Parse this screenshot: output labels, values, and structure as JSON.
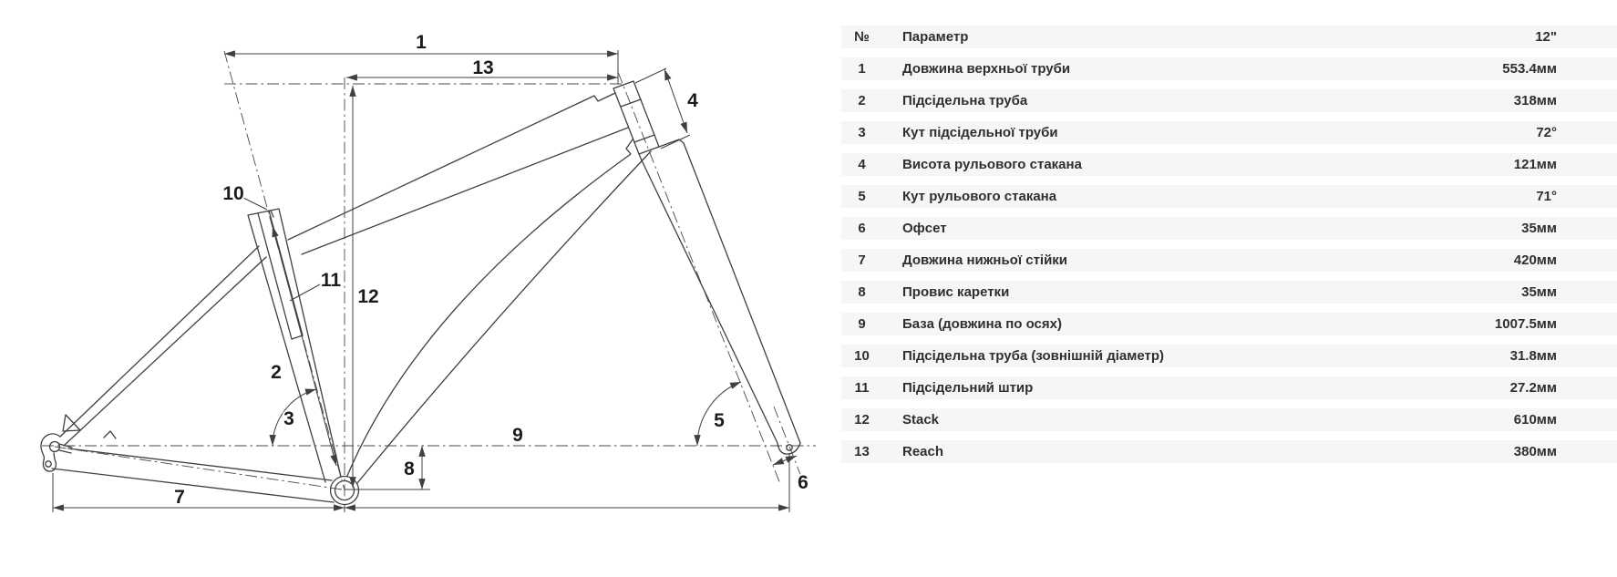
{
  "diagram": {
    "labels": [
      "1",
      "2",
      "3",
      "4",
      "5",
      "6",
      "7",
      "8",
      "9",
      "10",
      "11",
      "12",
      "13"
    ]
  },
  "table": {
    "header": {
      "num": "№",
      "param": "Параметр",
      "size": "12\""
    },
    "rows": [
      {
        "num": "1",
        "param": "Довжина верхньої труби",
        "value": "553.4мм"
      },
      {
        "num": "2",
        "param": "Підсідельна труба",
        "value": "318мм"
      },
      {
        "num": "3",
        "param": "Кут підсідельної труби",
        "value": "72°"
      },
      {
        "num": "4",
        "param": "Висота рульового стакана",
        "value": "121мм"
      },
      {
        "num": "5",
        "param": "Кут рульового стакана",
        "value": "71°"
      },
      {
        "num": "6",
        "param": "Офсет",
        "value": "35мм"
      },
      {
        "num": "7",
        "param": "Довжина нижньої стійки",
        "value": "420мм"
      },
      {
        "num": "8",
        "param": "Провис каретки",
        "value": "35мм"
      },
      {
        "num": "9",
        "param": "База (довжина по осях)",
        "value": "1007.5мм"
      },
      {
        "num": "10",
        "param": "Підсідельна труба (зовнішній діаметр)",
        "value": "31.8мм"
      },
      {
        "num": "11",
        "param": "Підсідельний штир",
        "value": "27.2мм"
      },
      {
        "num": "12",
        "param": "Stack",
        "value": "610мм"
      },
      {
        "num": "13",
        "param": "Reach",
        "value": "380мм"
      }
    ]
  },
  "colors": {
    "line": "#3f3f3f",
    "label": "#1b1b1b",
    "row_bg": "#f6f6f6",
    "text": "#2f2f2f"
  }
}
